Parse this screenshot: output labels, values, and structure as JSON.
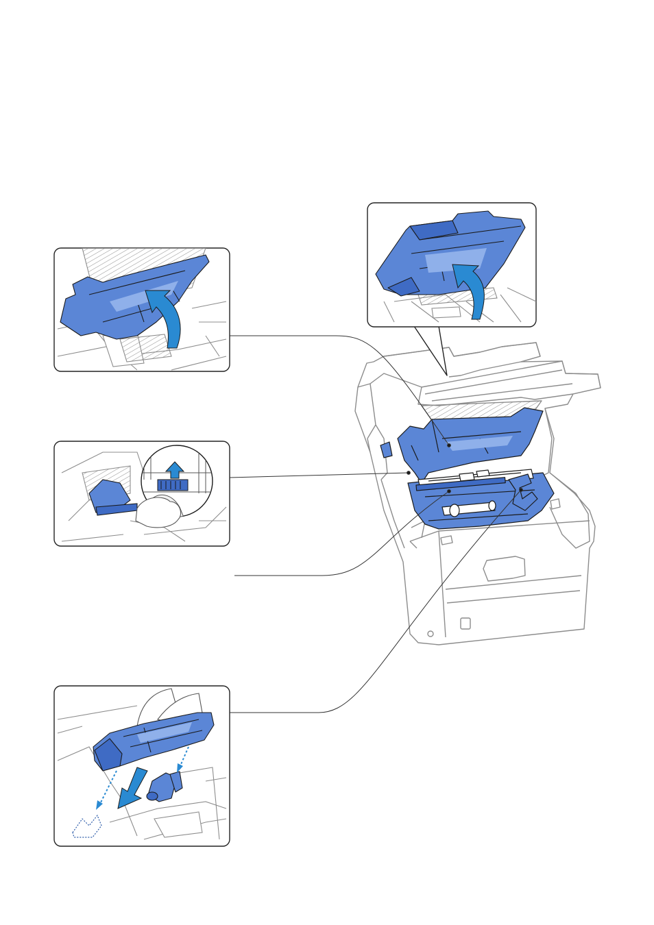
{
  "figure": {
    "subject": "printer-jam-clearance-diagram",
    "colors": {
      "part_blue": "#5b86d6",
      "part_blue_dark": "#3f6bc4",
      "part_blue_light": "#8fb0ea",
      "arrow_blue": "#2a8ad2",
      "outline": "#1a1a1a",
      "body_gray": "#8c8c8c",
      "panel_border": "#222222",
      "leader": "#333333"
    },
    "callouts": [
      {
        "id": "adf-cover",
        "icon": "adf-open-inset"
      },
      {
        "id": "toner-cover",
        "icon": "toner-cover-open-inset"
      },
      {
        "id": "paper-jam",
        "icon": "jam-removal-inset"
      },
      {
        "id": "unlabeled-leader",
        "icon": ""
      },
      {
        "id": "toner-cartridge",
        "icon": "cartridge-insert-inset"
      }
    ]
  }
}
